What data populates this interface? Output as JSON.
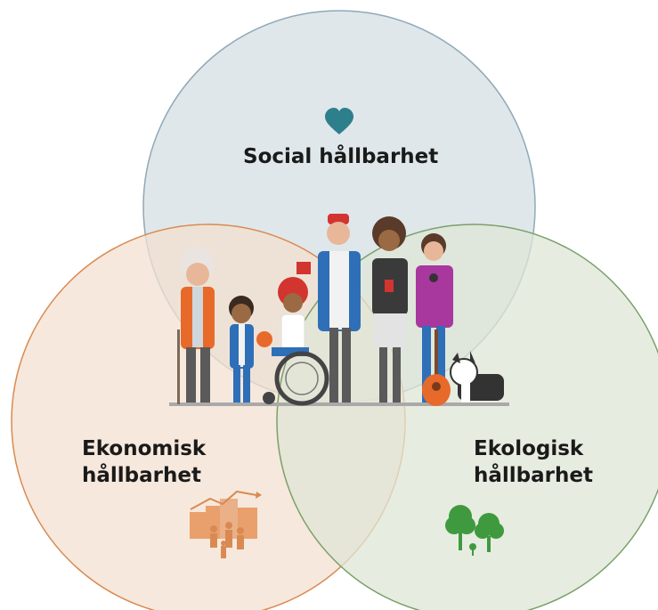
{
  "circles": [
    {
      "id": "social",
      "label": "Social hållbarhet",
      "color": "#dce4e8",
      "stroke": "#8fa8b8",
      "icon": "heart-icon",
      "icon_color": "#2e7f8c"
    },
    {
      "id": "economic",
      "label_line1": "Ekonomisk",
      "label_line2": "hållbarhet",
      "color": "#f3e0d0",
      "stroke": "#d98a52",
      "icon": "city-growth-family-icon",
      "icon_color": "#d98a52"
    },
    {
      "id": "ecological",
      "label_line1": "Ekologisk",
      "label_line2": "hållbarhet",
      "color": "#dfe6d6",
      "stroke": "#7aa06a",
      "icon": "trees-icon",
      "icon_color": "#3f9a3f"
    }
  ],
  "illustration": "group-of-diverse-people-icon"
}
